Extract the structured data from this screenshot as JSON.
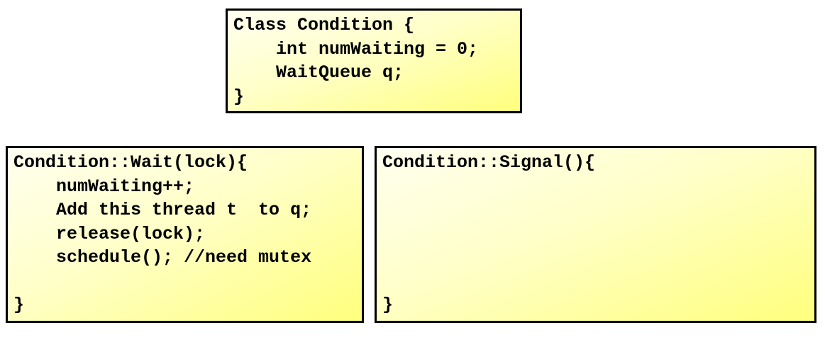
{
  "style": {
    "canvas_background": "#ffffff",
    "box_border_color": "#000000",
    "box_gradient_top": "#fffff0",
    "box_gradient_mid": "#ffffc8",
    "box_gradient_bottom": "#ffff7d",
    "code_text_color": "#000000"
  },
  "boxes": {
    "class_definition": {
      "lines": [
        "Class Condition {",
        "    int numWaiting = 0;",
        "    WaitQueue q;",
        "}"
      ]
    },
    "wait_method": {
      "lines": [
        "Condition::Wait(lock){",
        "    numWaiting++;",
        "    Add this thread t  to q;",
        "    release(lock);",
        "    schedule(); //need mutex",
        "",
        "}"
      ]
    },
    "signal_method": {
      "lines": [
        "Condition::Signal(){",
        "",
        "",
        "",
        "",
        "",
        "}"
      ]
    }
  }
}
